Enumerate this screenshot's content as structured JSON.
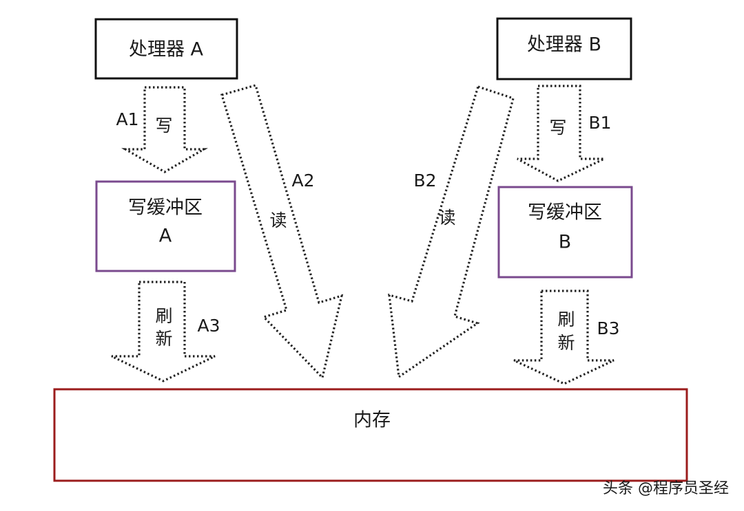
{
  "processor_a": {
    "label": "处理器 A"
  },
  "processor_b": {
    "label": "处理器 B"
  },
  "buffer_a": {
    "line1": "写缓冲区",
    "line2": "A"
  },
  "buffer_b": {
    "line1": "写缓冲区",
    "line2": "B"
  },
  "memory": {
    "label": "内存"
  },
  "arrows": {
    "a1": {
      "id": "A1",
      "action": "写"
    },
    "a2": {
      "id": "A2",
      "action": "读"
    },
    "a3": {
      "id": "A3",
      "action_line1": "刷",
      "action_line2": "新"
    },
    "b1": {
      "id": "B1",
      "action": "写"
    },
    "b2": {
      "id": "B2",
      "action": "读"
    },
    "b3": {
      "id": "B3",
      "action_line1": "刷",
      "action_line2": "新"
    }
  },
  "watermark": {
    "text": "头条 @程序员圣经"
  },
  "colors": {
    "processor_border": "#111111",
    "buffer_border": "#7a4a8e",
    "memory_border": "#9b1c1c"
  }
}
